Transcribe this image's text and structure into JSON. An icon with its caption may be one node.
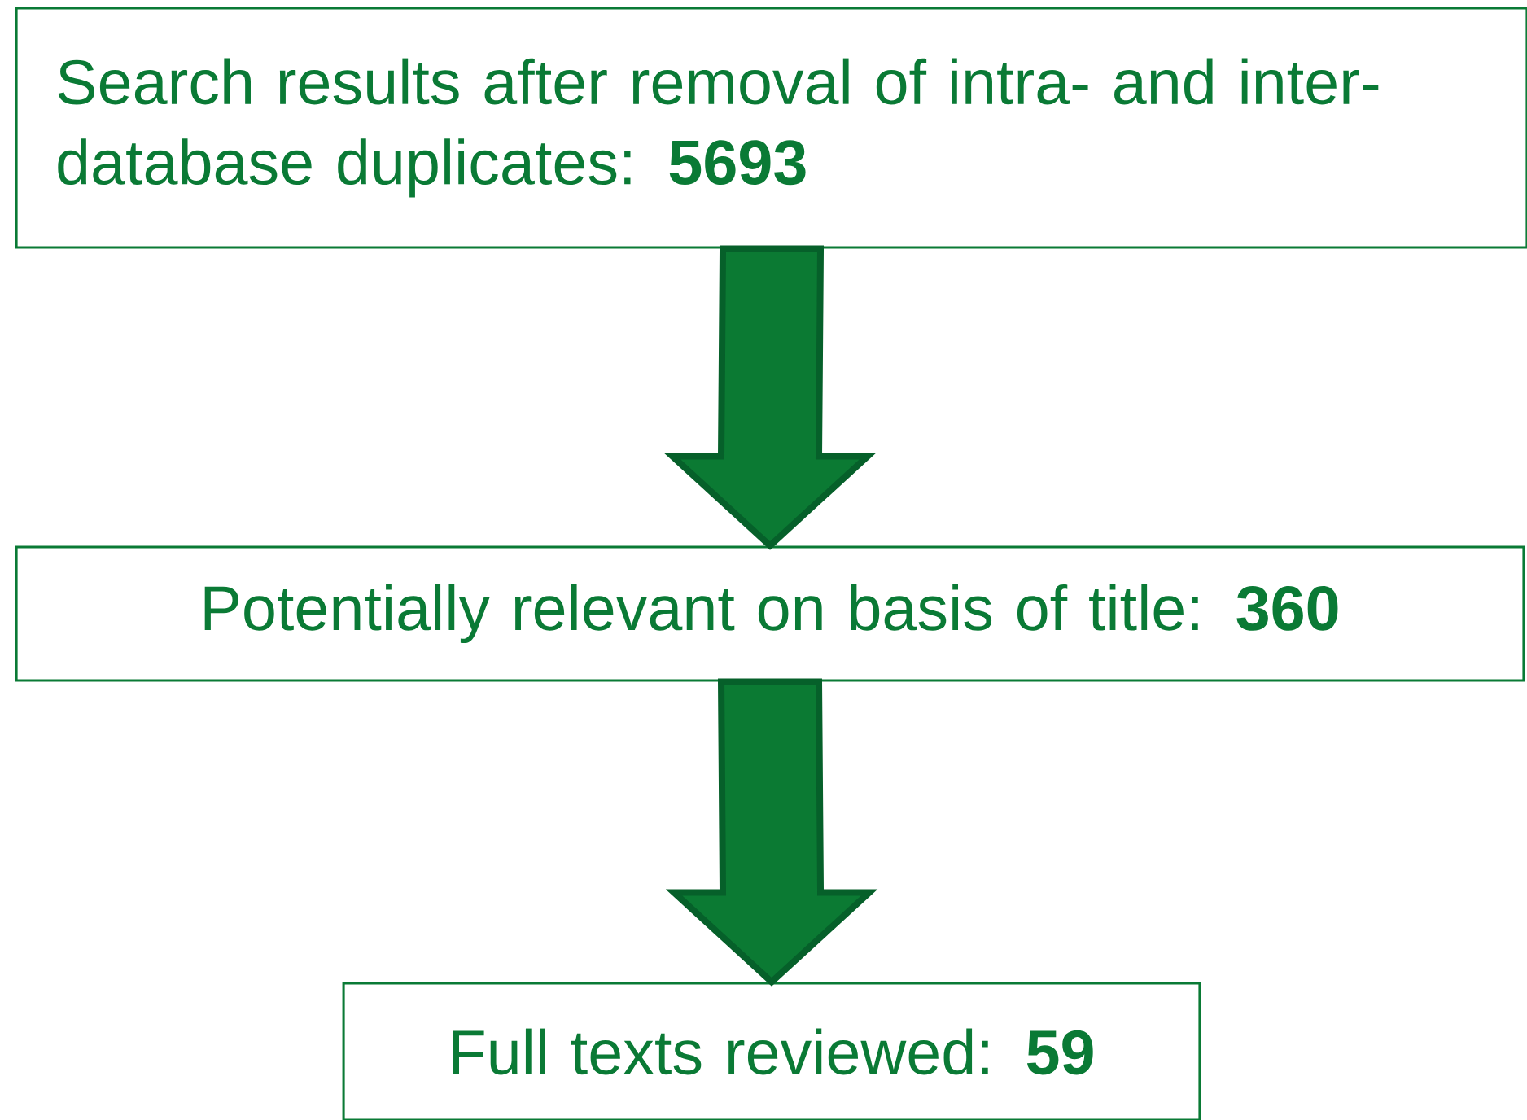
{
  "diagram": {
    "nodes": [
      {
        "text": [
          "Search results after removal of intra- and inter- database duplicates: **5693**"
        ]
      },
      {
        "text": [
          "Potentially relevant on basis of title: **360**"
        ]
      },
      {
        "text": [
          "Full texts reviewed: **59**"
        ]
      }
    ],
    "edges": [
      {
        "from": 0,
        "to": 1,
        "arrow": "to"
      },
      {
        "from": 1,
        "to": 2,
        "arrow": "to"
      }
    ]
  }
}
